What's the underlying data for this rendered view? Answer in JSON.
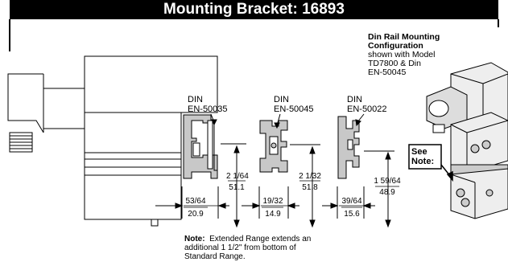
{
  "title": "Mounting Bracket: 16893",
  "rails": [
    {
      "din": "DIN",
      "std": "EN-50035",
      "height_frac": "2 1/64",
      "height_mm": "51.1",
      "width_frac": "53/64",
      "width_mm": "20.9"
    },
    {
      "din": "DIN",
      "std": "EN-50045",
      "height_frac": "2 1/32",
      "height_mm": "51.8",
      "width_frac": "19/32",
      "width_mm": "14.9"
    },
    {
      "din": "DIN",
      "std": "EN-50022",
      "height_frac": "1 59/64",
      "height_mm": "48.9",
      "width_frac": "39/64",
      "width_mm": "15.6"
    }
  ],
  "config": {
    "line1": "Din Rail Mounting",
    "line2": "Configuration",
    "line3": "shown with Model",
    "line4": "TD7800 & Din",
    "line5": "EN-50045"
  },
  "see_note": {
    "line1": "See",
    "line2": "Note:"
  },
  "note": {
    "label": "Note:",
    "line1": "Extended Range extends an",
    "line2": "additional  1  1/2\"  from  bottom  of",
    "line3": "Standard Range."
  },
  "colors": {
    "title_bg": "#000000",
    "title_text": "#ffffff",
    "rail_fill": "#c8c8c8",
    "line": "#000000"
  }
}
